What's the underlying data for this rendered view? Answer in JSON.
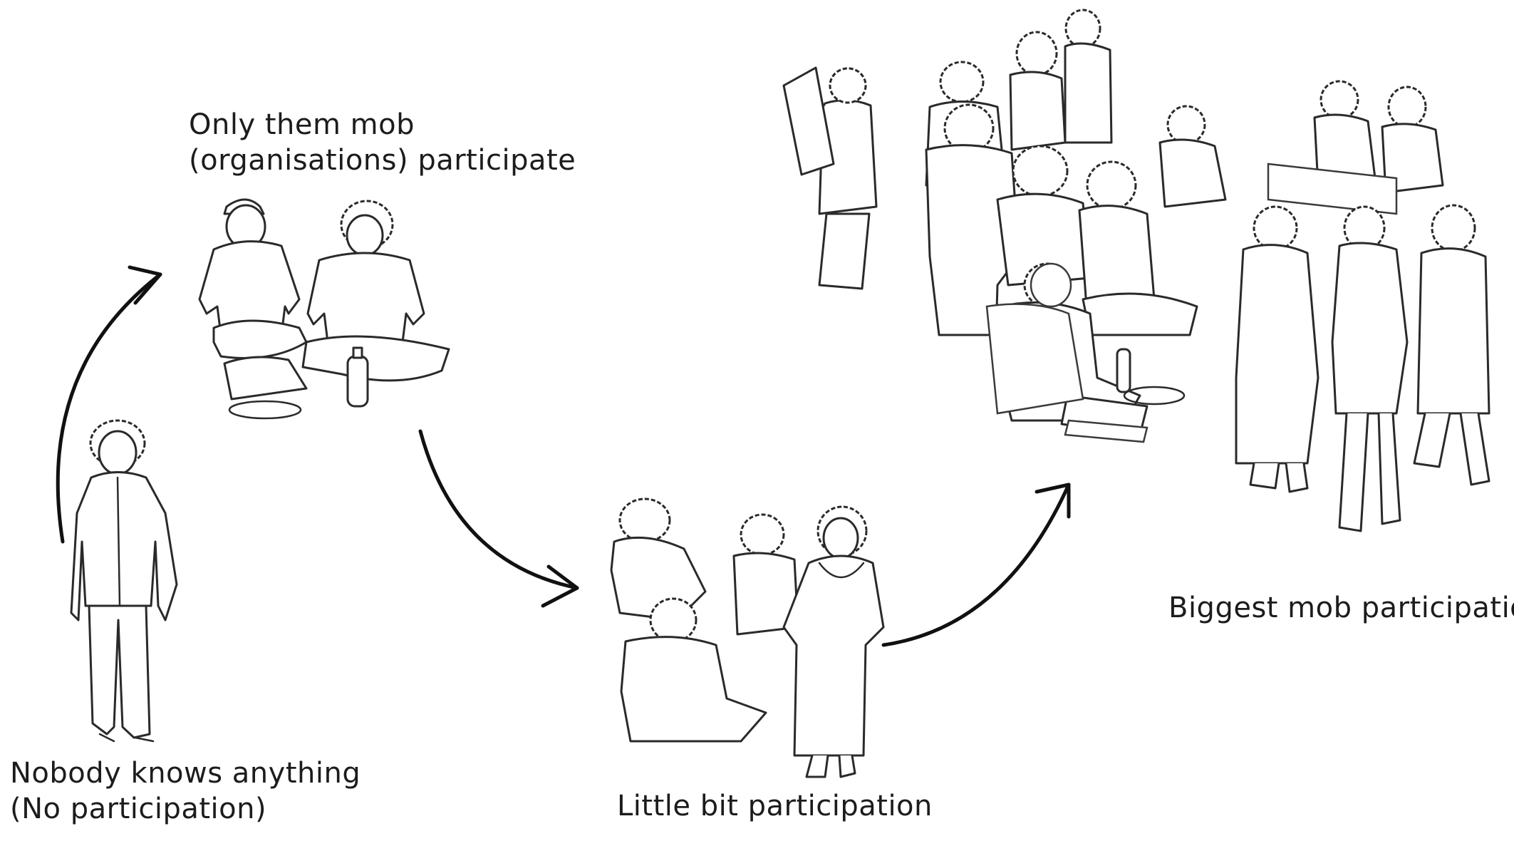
{
  "stages": [
    {
      "id": "nobody",
      "line1": "Nobody knows anything",
      "line2": "(No participation)"
    },
    {
      "id": "only",
      "line1": "Only them mob",
      "line2": "(organisations) participate"
    },
    {
      "id": "little",
      "line1": "Little bit participation"
    },
    {
      "id": "biggest",
      "line1": "Biggest mob participation"
    }
  ]
}
